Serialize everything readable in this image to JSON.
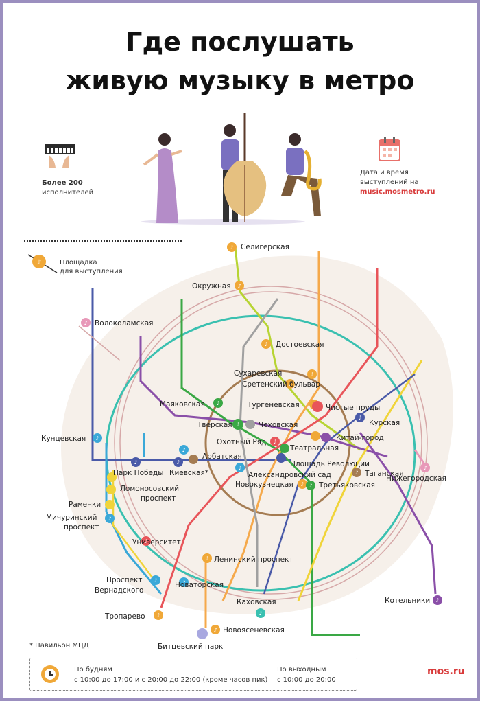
{
  "title": {
    "line1": "Где послушать",
    "line2": "живую музыку в метро"
  },
  "performers": {
    "count_label": "Более 200",
    "text": "исполнителей"
  },
  "datetime": {
    "line1": "Дата и время",
    "line2": "выступлений на",
    "link": "music.mosmetro.ru"
  },
  "legend": {
    "line1": "Площадка",
    "line2": "для выступления",
    "icon": "music-note-icon"
  },
  "stations": {
    "seligerskaya": "Селигерская",
    "okruzhnaya": "Окружная",
    "volokolamskaya": "Волоколамская",
    "dostoevskaya": "Достоевская",
    "sukharevskaya": "Сухаревская",
    "sretensky": "Сретенский бульвар",
    "turgenevskaya": "Тургеневская",
    "chistye": "Чистые пруды",
    "mayakovskaya": "Маяковская",
    "kurskaya": "Курская",
    "tverskaya": "Тверская",
    "chekhovskaya": "Чеховская",
    "kitay": "Китай-город",
    "kuntsevskaya": "Кунцевская",
    "okhotny": "Охотный Ряд",
    "teatralnaya": "Театральная",
    "arbatskaya": "Арбатская",
    "ploshchad": "Площадь Революции",
    "park_pobedy": "Парк Победы",
    "kievskaya": "Киевская*",
    "aleksandrovsky": "Александровский сад",
    "taganskaya": "Таганская",
    "nizhegorodskaya": "Нижегородская",
    "novokuznetskaya": "Новокузнецкая",
    "tretyakovskaya": "Третьяковская",
    "lomonosovsky1": "Ломоносовский",
    "lomonosovsky2": "проспект",
    "ramenki": "Раменки",
    "michurinsky1": "Мичуринский",
    "michurinsky2": "проспект",
    "universitet": "Университет",
    "leninsky": "Ленинский проспект",
    "vernadskogo1": "Проспект",
    "vernadskogo2": "Вернадского",
    "novatorskaya": "Новаторская",
    "kotelniki": "Котельники",
    "kakhovskaya": "Каховская",
    "troparevo": "Тропарево",
    "novoyasenevskaya": "Новоясеневская",
    "bitsevsky": "Битцевский парк"
  },
  "footnote": "* Павильон МЦД",
  "hours": {
    "weekday_line1": "По будням",
    "weekday_line2": "с 10:00 до 17:00 и с 20:00 до 22:00 (кроме часов пик)",
    "weekend_line1": "По выходным",
    "weekend_line2": "с 10:00 до 20:00"
  },
  "brand": "mos.ru",
  "colors": {
    "frame": "#9b8fbf",
    "accent_red": "#d83a3a",
    "note_orange": "#f0a838",
    "line_red": "#e8555a",
    "line_green": "#3aa845",
    "line_blue": "#4a5aa8",
    "line_lightblue": "#3aa8d8",
    "line_brown": "#a57c52",
    "line_orange": "#f5a94b",
    "line_purple": "#8a4fa8",
    "line_yellow": "#f0d43a",
    "line_grey": "#a0a0a0",
    "line_lime": "#b7d433",
    "line_teal": "#3ac0b0",
    "line_pink": "#e898b8"
  }
}
